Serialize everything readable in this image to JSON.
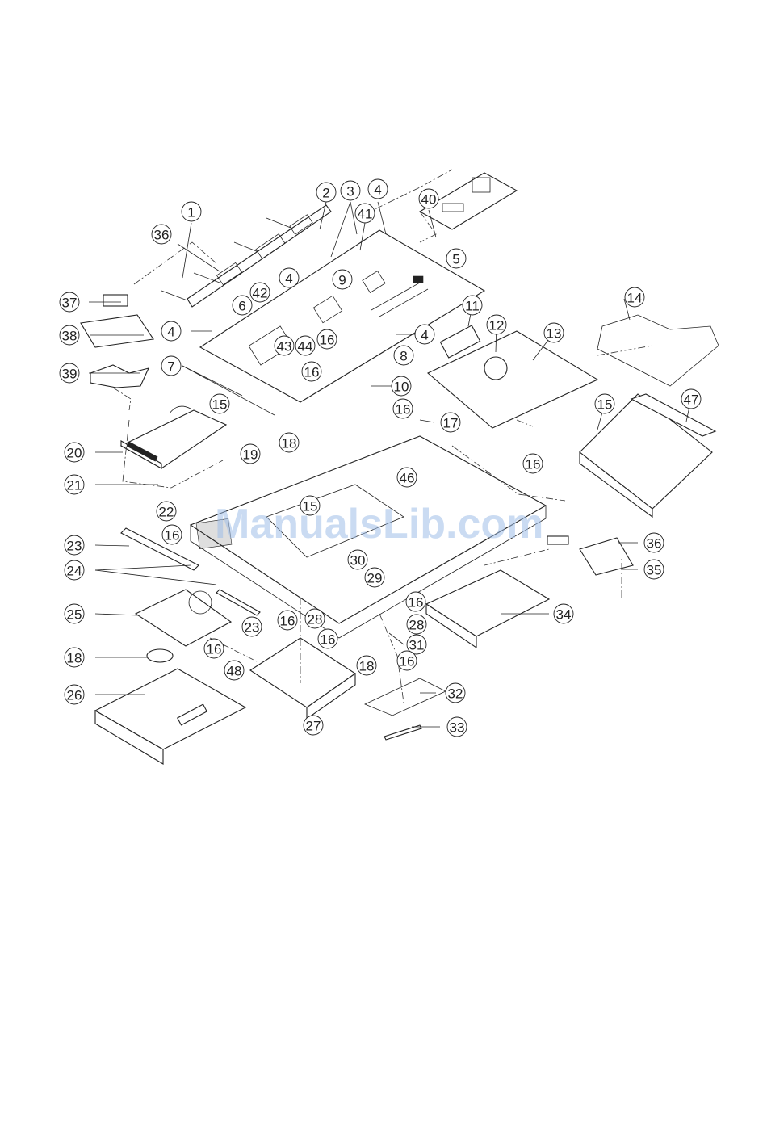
{
  "watermark": "ManualsLib.com",
  "callouts": [
    {
      "num": "1"
    },
    {
      "num": "2"
    },
    {
      "num": "3"
    },
    {
      "num": "4"
    },
    {
      "num": "41"
    },
    {
      "num": "40"
    },
    {
      "num": "36"
    },
    {
      "num": "5"
    },
    {
      "num": "9"
    },
    {
      "num": "4"
    },
    {
      "num": "42"
    },
    {
      "num": "37"
    },
    {
      "num": "38"
    },
    {
      "num": "6"
    },
    {
      "num": "4"
    },
    {
      "num": "43"
    },
    {
      "num": "44"
    },
    {
      "num": "16"
    },
    {
      "num": "4"
    },
    {
      "num": "8"
    },
    {
      "num": "39"
    },
    {
      "num": "7"
    },
    {
      "num": "16"
    },
    {
      "num": "10"
    },
    {
      "num": "15"
    },
    {
      "num": "16"
    },
    {
      "num": "17"
    },
    {
      "num": "18"
    },
    {
      "num": "19"
    },
    {
      "num": "20"
    },
    {
      "num": "21"
    },
    {
      "num": "11"
    },
    {
      "num": "12"
    },
    {
      "num": "13"
    },
    {
      "num": "14"
    },
    {
      "num": "15"
    },
    {
      "num": "47"
    },
    {
      "num": "16"
    },
    {
      "num": "46"
    },
    {
      "num": "22"
    },
    {
      "num": "15"
    },
    {
      "num": "23"
    },
    {
      "num": "16"
    },
    {
      "num": "24"
    },
    {
      "num": "30"
    },
    {
      "num": "29"
    },
    {
      "num": "36"
    },
    {
      "num": "35"
    },
    {
      "num": "25"
    },
    {
      "num": "23"
    },
    {
      "num": "16"
    },
    {
      "num": "28"
    },
    {
      "num": "16"
    },
    {
      "num": "28"
    },
    {
      "num": "34"
    },
    {
      "num": "18"
    },
    {
      "num": "16"
    },
    {
      "num": "48"
    },
    {
      "num": "16"
    },
    {
      "num": "18"
    },
    {
      "num": "31"
    },
    {
      "num": "16"
    },
    {
      "num": "26"
    },
    {
      "num": "32"
    },
    {
      "num": "27"
    },
    {
      "num": "33"
    }
  ]
}
